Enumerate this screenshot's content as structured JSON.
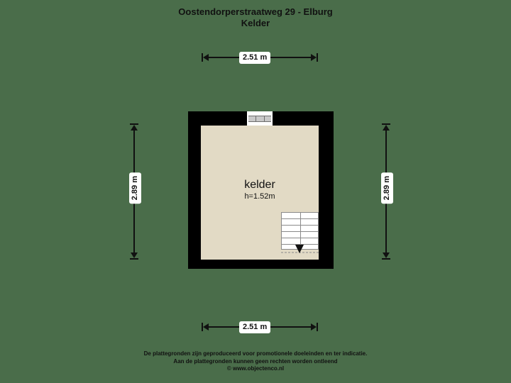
{
  "document": {
    "title_main": "Oostendorperstraatweg 29 - Elburg",
    "title_sub": "Kelder"
  },
  "colors": {
    "background": "#4a6d4a",
    "wall": "#000000",
    "floor": "#e2dac5",
    "text": "#111111",
    "label_background": "#ffffff",
    "stair_line": "#8a8a8a"
  },
  "dimensions": {
    "top": "2.51 m",
    "bottom": "2.51 m",
    "left": "2.89 m",
    "right": "2.89 m"
  },
  "rooms": [
    {
      "name": "kelder",
      "height": "h=1.52m"
    }
  ],
  "features": {
    "window_label": "window",
    "stairs_label": "stairs-down",
    "stair_treads": 6
  },
  "footer": {
    "line1": "De plattegronden zijn geproduceerd voor promotionele doeleinden en ter indicatie.",
    "line2": "Aan de plattegronden kunnen geen rechten worden ontleend",
    "line3": "© www.objectenco.nl"
  }
}
